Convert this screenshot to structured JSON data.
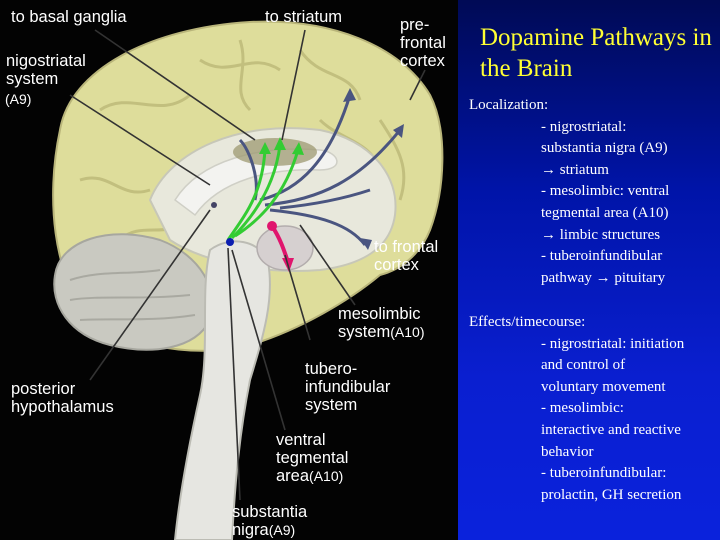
{
  "title": "Dopamine Pathways in the Brain",
  "text": {
    "localization_heading": "Localization:",
    "localization_lines": [
      "- nigrostriatal:",
      "substantia nigra (A9)",
      "→ striatum",
      "- mesolimbic: ventral",
      "tegmental area (A10)",
      "→ limbic structures",
      "- tuberoinfundibular",
      "pathway → pituitary"
    ],
    "effects_heading": "Effects/timecourse:",
    "effects_lines": [
      "- nigrostriatal: initiation",
      "and control of",
      "voluntary movement",
      "- mesolimbic:",
      "interactive and reactive",
      "behavior",
      "- tuberoinfundibular:",
      "prolactin, GH secretion"
    ]
  },
  "diagram": {
    "to_basal_ganglia": "to basal ganglia",
    "to_striatum": "to striatum",
    "prefrontal": [
      "pre-",
      "frontal",
      "cortex"
    ],
    "nigrostriatal": [
      "nigostriatal",
      "system"
    ],
    "nigrostriatal_code": "(A9)",
    "to_frontal_cortex": [
      "to frontal",
      "cortex"
    ],
    "mesolimbic": [
      "mesolimbic",
      "system"
    ],
    "mesolimbic_code": "(A10)",
    "tubero": [
      "tubero-",
      "infundibular",
      "system"
    ],
    "posterior_hypo": [
      "posterior",
      "hypothalamus"
    ],
    "vta": [
      "ventral",
      "tegmental",
      "area"
    ],
    "vta_code": "(A10)",
    "substantia": [
      "substantia",
      "nigra"
    ],
    "substantia_code": "(A9)"
  },
  "colors": {
    "title": "#ffff33",
    "cortex": "#dedd9b",
    "nigrostriatal_path": "#33cc33",
    "tubero_path": "#e0156d",
    "mesolimbic_path": "#4a5580"
  }
}
